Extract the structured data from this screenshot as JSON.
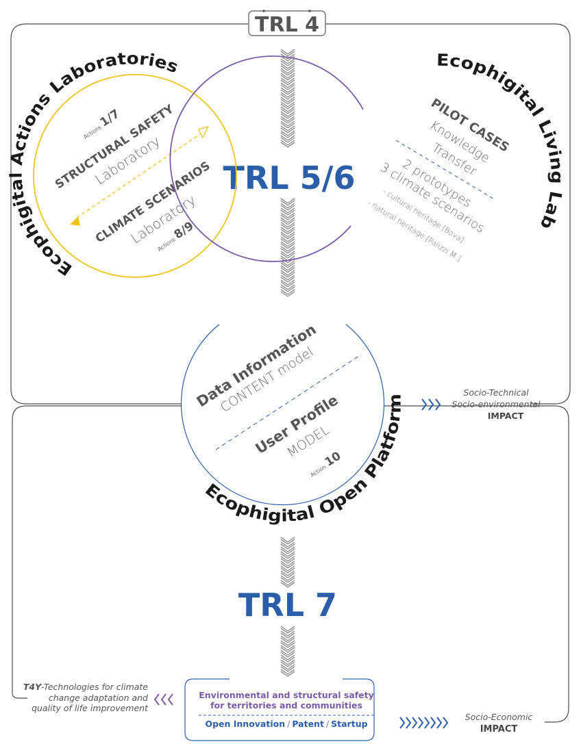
{
  "colors": {
    "yellow": "#f0c419",
    "purple": "#7a5ba6",
    "blue": "#2b5ea8",
    "grey": "#555555"
  },
  "trl4": "TRL 4",
  "trl56": "TRL 5/6",
  "trl7": "TRL 7",
  "actions_lab": {
    "arc_title": "Ecophigital Actions Laboratories",
    "actions_top": {
      "label": "Actions",
      "value": "1/7"
    },
    "structural": {
      "title": "STRUCTURAL SAFETY",
      "subtitle": "Laboratory"
    },
    "climate": {
      "title": "CLIMATE SCENARIOS",
      "subtitle": "Laboratory"
    },
    "actions_bottom": {
      "label": "Actions",
      "value": "8/9"
    }
  },
  "living_lab": {
    "arc_title": "Ecophigital Living Lab",
    "title": "PILOT CASES",
    "line1": "Knowledge",
    "line2": "Transfer",
    "line3": "2 prototypes",
    "line4": "3 climate scenarios",
    "line5": "- cultural heritage [Bova]",
    "line6": "- natural heritage [Palizzi M.]"
  },
  "open_platform": {
    "arc_title": "Ecophigital Open Platform",
    "data_title": "Data Information",
    "data_sub": "CONTENT model",
    "user_title": "User Profile",
    "user_sub": "MODEL",
    "action": {
      "label": "Action",
      "value": "10"
    }
  },
  "impact_technical": {
    "line1": "Socio-Technical",
    "line2": "Socio-environmental",
    "line3": "IMPACT"
  },
  "bottom_box": {
    "line1": "Environmental and structural safety",
    "line2": "for territories and communities",
    "open_innovation": "Open Innovation",
    "sep": "/",
    "patent": "Patent",
    "startup": "Startup"
  },
  "t4y": {
    "prefix": "T4Y",
    "line1": "-Technologies for climate",
    "line2": "change adaptation and",
    "line3": "quality of life improvement"
  },
  "impact_economic": {
    "line1": "Socio-Economic",
    "line2": "IMPACT"
  }
}
